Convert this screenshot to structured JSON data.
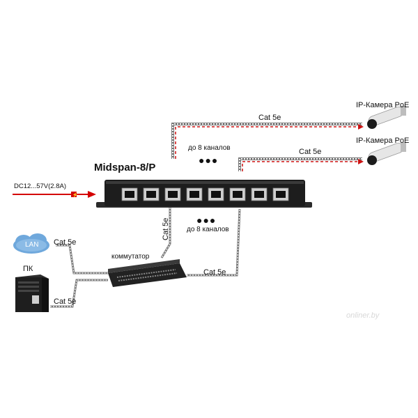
{
  "device_title": "Midspan-8/P",
  "power_label": "DC12...57V(2.8A)",
  "upper_channels_label": "до 8 каналов",
  "lower_channels_label": "до 8 каналов",
  "camera1_label": "IP-Камера PoE",
  "camera2_label": "IP-Камера PoE",
  "cable_label_top1": "Cat 5e",
  "cable_label_top2": "Cat 5e",
  "cable_label_vertical": "Cat 5e",
  "cable_label_lan": "Cat 5e",
  "cable_label_pc": "Cat 5e",
  "cable_label_switch": "Cat 5e",
  "switch_label": "коммутатор",
  "lan_label": "LAN",
  "pc_label": "ПК",
  "ellipsis_upper": "●●●",
  "ellipsis_lower": "●●●",
  "watermark": "onliner.by",
  "colors": {
    "poe_cable": "#cc1111",
    "dc_arrow": "#d40000",
    "lan_cloud": "#6fa8dc"
  }
}
